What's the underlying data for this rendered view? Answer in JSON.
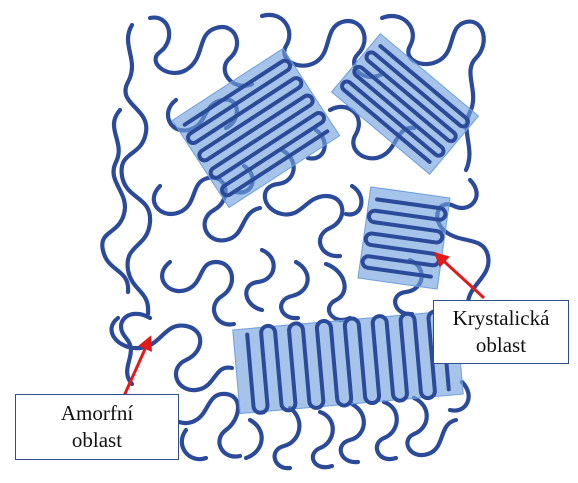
{
  "labels": {
    "crystalline": {
      "line1": "Krystalická",
      "line2": "oblast"
    },
    "amorphous": {
      "line1": "Amorfní",
      "line2": "oblast"
    }
  },
  "colors": {
    "chain": "#2c4a9a",
    "crystal_fill": "#6f9fdc",
    "crystal_fill_opacity": "0.62",
    "arrow": "#e11b1b",
    "box_border": "#2e4f8c"
  }
}
